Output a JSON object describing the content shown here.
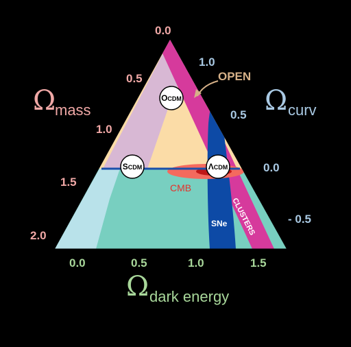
{
  "axes": {
    "mass": {
      "symbol": "Ω",
      "subscript": "mass",
      "ticks": [
        "0.0",
        "0.5",
        "1.0",
        "1.5",
        "2.0"
      ]
    },
    "curv": {
      "symbol": "Ω",
      "subscript": "curv",
      "ticks": [
        "1.0",
        "0.5",
        "0.0",
        "- 0.5"
      ]
    },
    "dark_energy": {
      "symbol": "Ω",
      "subscript": "dark energy",
      "ticks": [
        "0.0",
        "0.5",
        "1.0",
        "1.5"
      ]
    }
  },
  "labels": {
    "open": "OPEN",
    "cmb": "CMB",
    "sne": "SNe",
    "clusters": "CLUSTERS"
  },
  "models": {
    "ocdm": {
      "main": "O",
      "small": "CDM"
    },
    "scdm": {
      "main": "S",
      "small": "CDM"
    },
    "lcdm": {
      "main": "Λ",
      "small": "CDM"
    }
  },
  "colors": {
    "background": "#000000",
    "open_region": "#fbdca7",
    "closed_region_top": "#d8b8d4",
    "lower_region": "#78cfc0",
    "left_band": "#b9e2ea",
    "clusters_band": "#d63a9c",
    "sne_band": "#0d4aa6",
    "cmb_region": "#e4312b",
    "flat_line": "#1a4faa",
    "mass_color": "#f0a8a6",
    "curv_color": "#a9c9e3",
    "dark_energy_color": "#a8d79a",
    "open_label": "#d6b188"
  }
}
